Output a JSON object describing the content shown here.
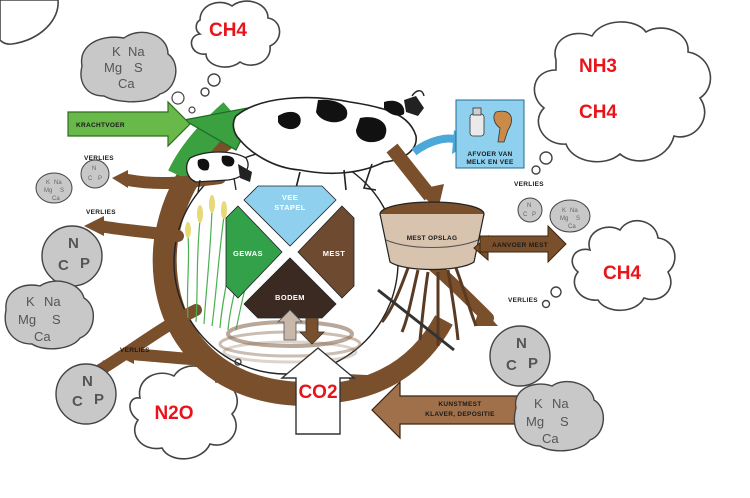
{
  "gases": {
    "ch4_top": "CH4",
    "nh3": "NH3",
    "ch4_right_cloud": "CH4",
    "ch4_right": "CH4",
    "n2o": "N2O",
    "co2": "CO2"
  },
  "labels": {
    "krachtvoer": "KRACHTVOER",
    "afvoer_line1": "AFVOER VAN",
    "afvoer_line2": "MELK EN VEE",
    "veestapel_line1": "VEE",
    "veestapel_line2": "STAPEL",
    "gewas": "GEWAS",
    "mest": "MEST",
    "bodem": "BODEM",
    "mestopslag": "MEST OPSLAG",
    "aanvoer_mest": "AANVOER MEST",
    "kunstmest_line1": "KUNSTMEST",
    "kunstmest_line2": "KLAVER, DEPOSITIE",
    "verlies_cow": "VERLIES",
    "verlies_left": "VERLIES",
    "verlies_storage": "VERLIES",
    "verlies_rake": "VERLIES",
    "verlies_bottom": "VERLIES"
  },
  "minerals": {
    "k": "K",
    "na": "Na",
    "mg": "Mg",
    "s": "S",
    "ca": "Ca",
    "n": "N",
    "c": "C",
    "p": "P"
  },
  "colors": {
    "gas_text": "#e8141a",
    "cycle_green": "#3aa040",
    "cycle_brown": "#7a4f2c",
    "veestapel": "#8fd0ee",
    "gewas": "#33a04a",
    "mest": "#6d4a30",
    "bodem": "#3a2a22",
    "afvoer_box": "#8fd0ee",
    "mineral_disc": "#c8c8c8"
  }
}
